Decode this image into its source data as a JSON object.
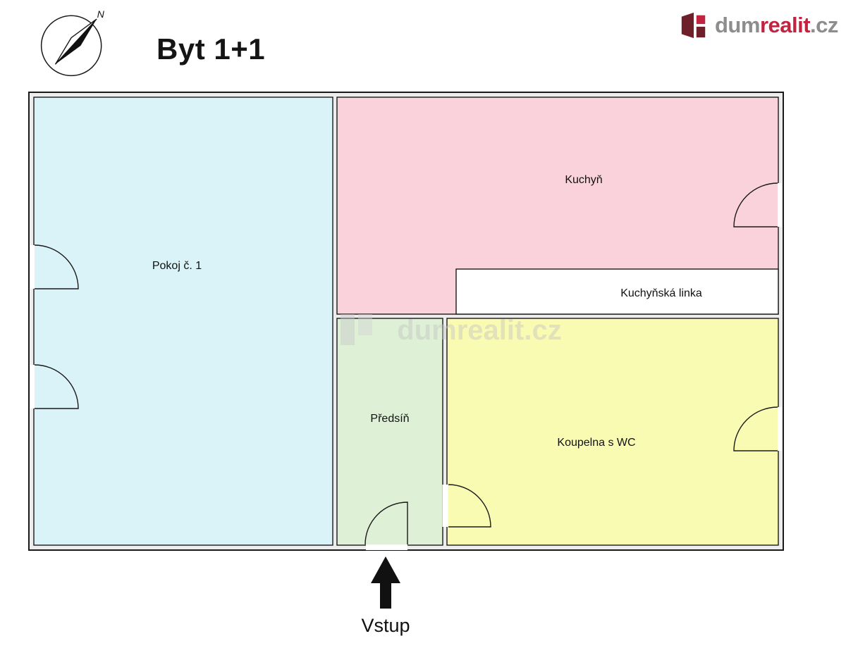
{
  "header": {
    "title": "Byt 1+1",
    "compass_north": "N",
    "logo": {
      "dum": "dum",
      "realit": "realit",
      "cz": ".cz"
    }
  },
  "plan": {
    "rooms": [
      {
        "name": "Pokoj č. 1",
        "color": "#d9f3f8"
      },
      {
        "name": "Kuchyň",
        "color": "#f9d2dc"
      },
      {
        "name": "Kuchyňská linka",
        "color": "#ffffff"
      },
      {
        "name": "Předsíň",
        "color": "#def0d6"
      },
      {
        "name": "Koupelna s WC",
        "color": "#fafbb2"
      }
    ],
    "watermark": "dumrealit.cz",
    "entrance_label": "Vstup"
  },
  "colors": {
    "wall_fill": "#ededed",
    "line": "#1a1a1a",
    "logo_maroon": "#6e1f2a",
    "logo_red": "#c2233e",
    "watermark_gray": "#c4c4c4"
  }
}
